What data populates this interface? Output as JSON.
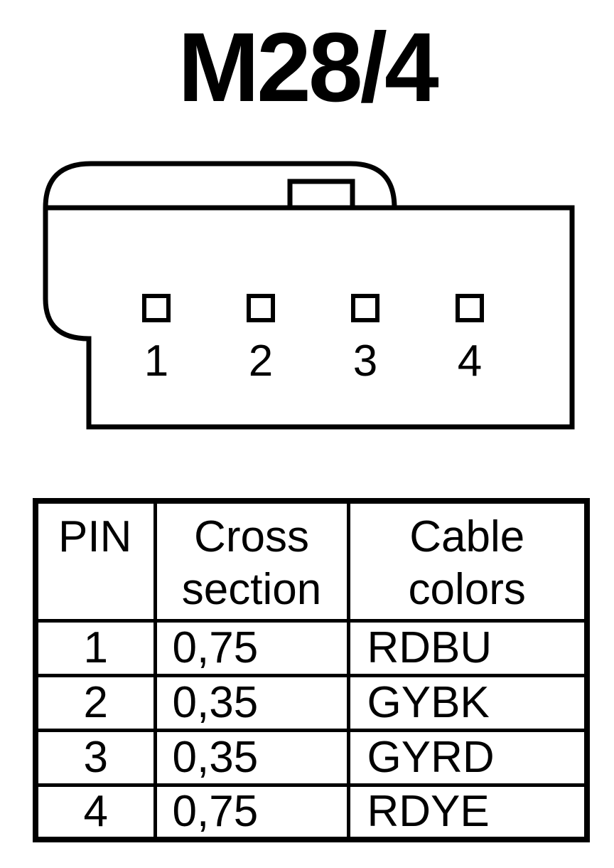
{
  "title": "M28/4",
  "connector": {
    "pin_numbers": [
      "1",
      "2",
      "3",
      "4"
    ]
  },
  "table": {
    "headers": {
      "pin": "PIN",
      "cross_section": [
        "Cross",
        "section"
      ],
      "cable_colors": [
        "Cable",
        "colors"
      ]
    },
    "rows": [
      {
        "pin": "1",
        "cross_section": "0,75",
        "color": "RDBU"
      },
      {
        "pin": "2",
        "cross_section": "0,35",
        "color": "GYBK"
      },
      {
        "pin": "3",
        "cross_section": "0,35",
        "color": "GYRD"
      },
      {
        "pin": "4",
        "cross_section": "0,75",
        "color": "RDYE"
      }
    ]
  }
}
